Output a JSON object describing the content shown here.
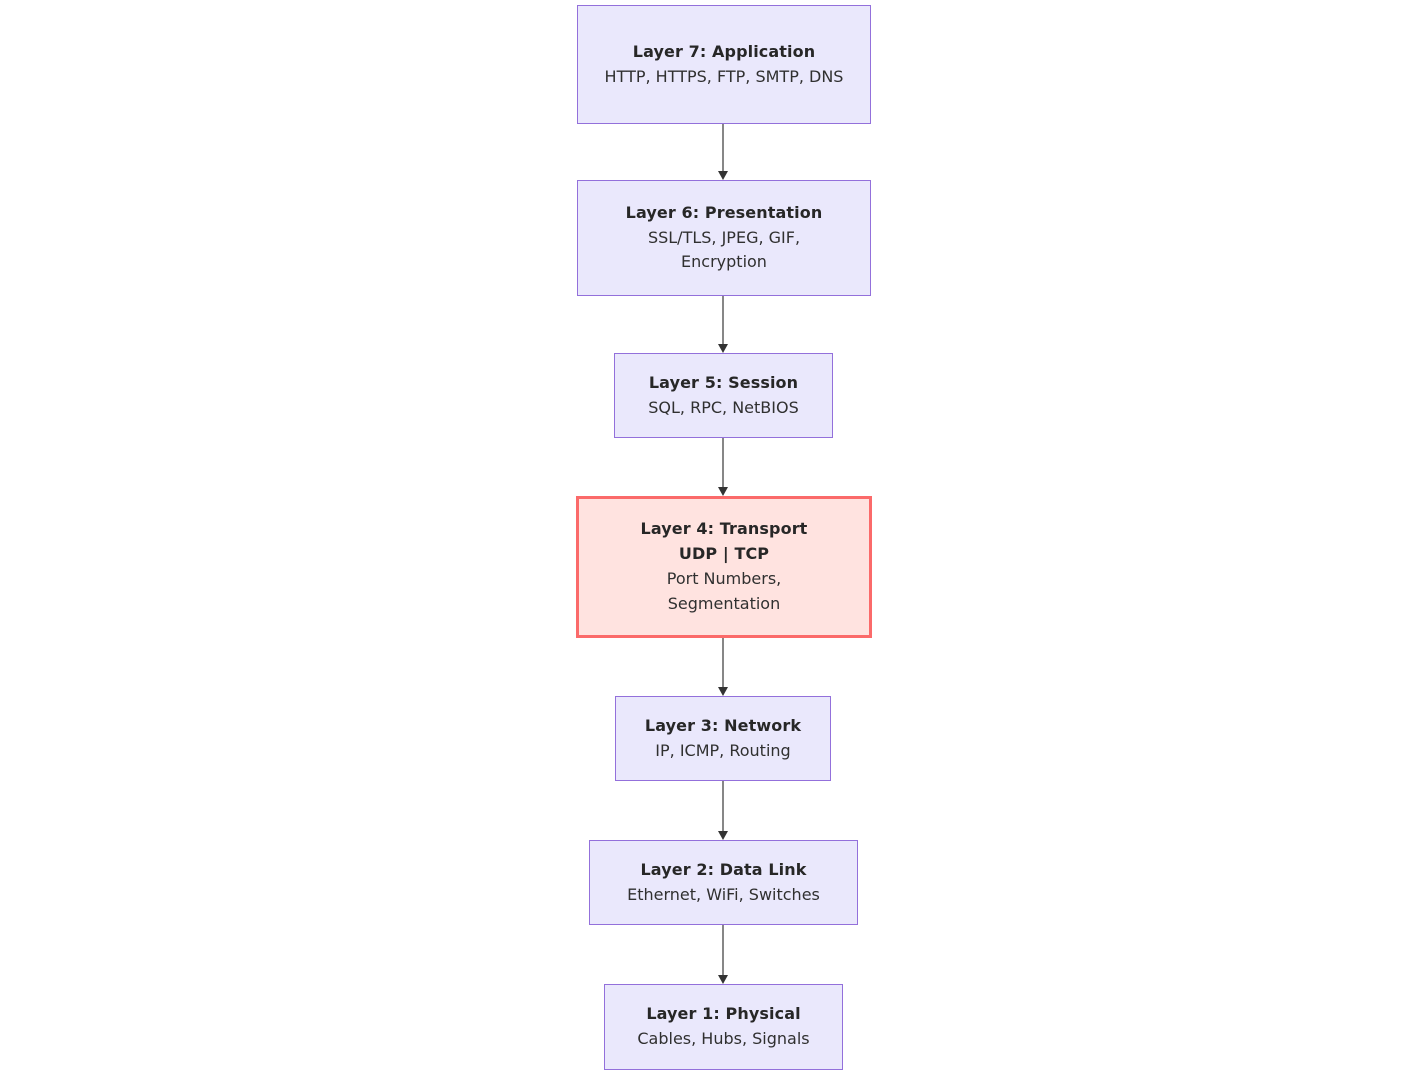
{
  "diagram": {
    "type": "flowchart",
    "orientation": "top-to-bottom",
    "background_color": "#ffffff",
    "node_fill": "#eae8fc",
    "node_border": "#9370db",
    "highlight_fill": "#ffe3e0",
    "highlight_border": "#fb6a6a",
    "connector_color": "#878787",
    "arrowhead_color": "#333333",
    "nodes": [
      {
        "id": "layer7",
        "title": "Layer 7: Application",
        "detail": "HTTP, HTTPS, FTP, SMTP, DNS",
        "highlight": false
      },
      {
        "id": "layer6",
        "title": "Layer 6: Presentation",
        "detail": "SSL/TLS, JPEG, GIF, Encryption",
        "highlight": false
      },
      {
        "id": "layer5",
        "title": "Layer 5: Session",
        "detail": "SQL, RPC, NetBIOS",
        "highlight": false
      },
      {
        "id": "layer4",
        "title": "Layer 4: Transport",
        "subtitle": "UDP | TCP",
        "detail": "Port Numbers, Segmentation",
        "highlight": true
      },
      {
        "id": "layer3",
        "title": "Layer 3: Network",
        "detail": "IP, ICMP, Routing",
        "highlight": false
      },
      {
        "id": "layer2",
        "title": "Layer 2: Data Link",
        "detail": "Ethernet, WiFi, Switches",
        "highlight": false
      },
      {
        "id": "layer1",
        "title": "Layer 1: Physical",
        "detail": "Cables, Hubs, Signals",
        "highlight": false
      }
    ],
    "edges": [
      {
        "from": "layer7",
        "to": "layer6"
      },
      {
        "from": "layer6",
        "to": "layer5"
      },
      {
        "from": "layer5",
        "to": "layer4"
      },
      {
        "from": "layer4",
        "to": "layer3"
      },
      {
        "from": "layer3",
        "to": "layer2"
      },
      {
        "from": "layer2",
        "to": "layer1"
      }
    ]
  }
}
